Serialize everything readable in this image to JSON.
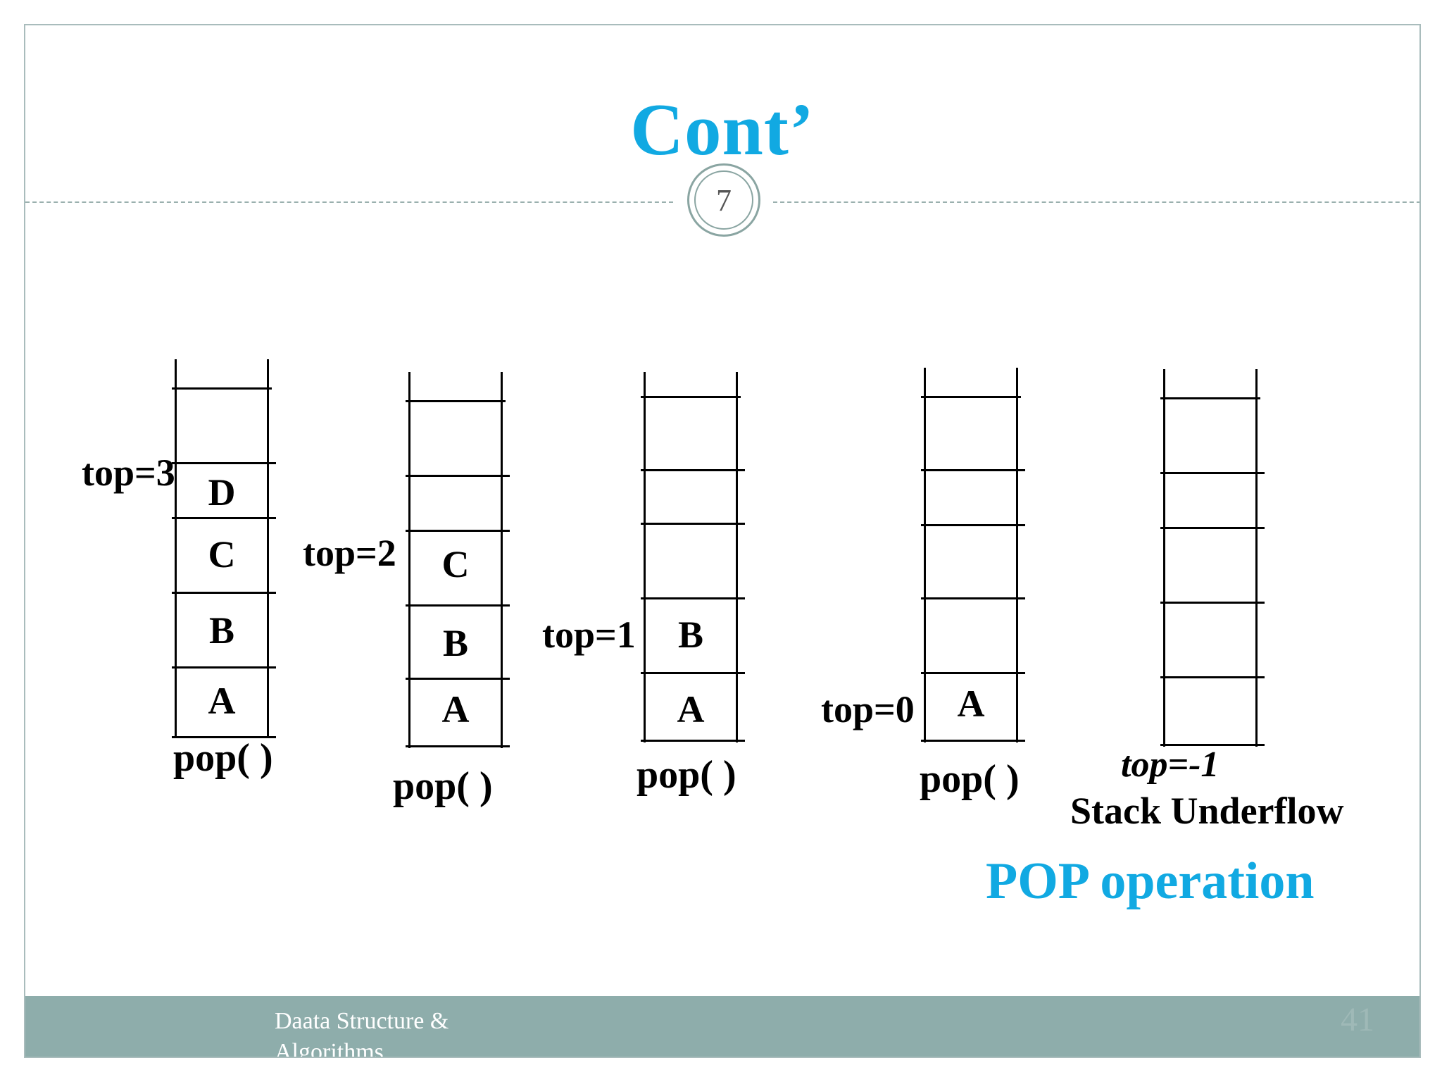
{
  "slide": {
    "title": "Cont’",
    "number": "7",
    "caption": "POP operation"
  },
  "stacks": [
    {
      "top_label": "top=3",
      "cells_bottom_to_top": [
        "A",
        "B",
        "C",
        "D",
        ""
      ],
      "operation": "pop( )"
    },
    {
      "top_label": "top=2",
      "cells_bottom_to_top": [
        "A",
        "B",
        "C",
        "",
        ""
      ],
      "operation": "pop( )"
    },
    {
      "top_label": "top=1",
      "cells_bottom_to_top": [
        "A",
        "B",
        "",
        "",
        ""
      ],
      "operation": "pop( )"
    },
    {
      "top_label": "top=0",
      "cells_bottom_to_top": [
        "A",
        "",
        "",
        "",
        ""
      ],
      "operation": "pop( )"
    },
    {
      "top_label": "top=-1",
      "cells_bottom_to_top": [
        "",
        "",
        "",
        "",
        ""
      ],
      "operation": "Stack Underflow"
    }
  ],
  "footer": {
    "course": "Daata Structure & Algorithms",
    "page": "41"
  },
  "colors": {
    "title": "#11a9e2",
    "footer_bar": "#8eadab",
    "frame": "#a9bcbc"
  }
}
